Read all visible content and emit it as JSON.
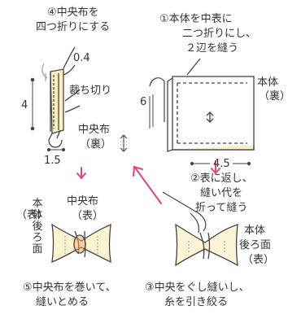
{
  "steps": {
    "step1": {
      "line1": "①本体を中表に",
      "line2": "二つ折りにし、",
      "line3": "２辺を縫う"
    },
    "step2": {
      "line1": "②表に返し、",
      "line2": "縫い代を",
      "line3": "折って縫う"
    },
    "step3": {
      "line1": "③中央をぐし縫いし、",
      "line2": "糸を引き絞る"
    },
    "step4": {
      "line1": "④中央布を",
      "line2": "四つ折りにする"
    },
    "step5": {
      "line1": "⑤中央布を巻いて、",
      "line2": "縫いとめる"
    }
  },
  "labels": {
    "honntai": "本体",
    "ura_paren": "（裏）",
    "ura_inline": "（裏）",
    "chuuoufu_top": "中央布",
    "chuuoufu_bottom": "中央布",
    "omote_paren": "（表）",
    "honntai_ushiro_left": "本体後ろ面",
    "omote_left": "（表）",
    "honntai_ushiro_right_1": "本体",
    "honntai_ushiro_right_2": "後ろ面",
    "omote_right": "（表）",
    "tachikiri": "裁ち切り"
  },
  "measurements": {
    "m04": "0.4",
    "m4": "4",
    "m6": "6",
    "m45": "4.5",
    "m15": "1.5"
  },
  "colors": {
    "line": "#444444",
    "arrow_pink": "#e0457b",
    "dashed": "#555555",
    "yellow": "#f7e08a",
    "orange": "#f0a868",
    "blue_gray": "#9aa7b8"
  }
}
